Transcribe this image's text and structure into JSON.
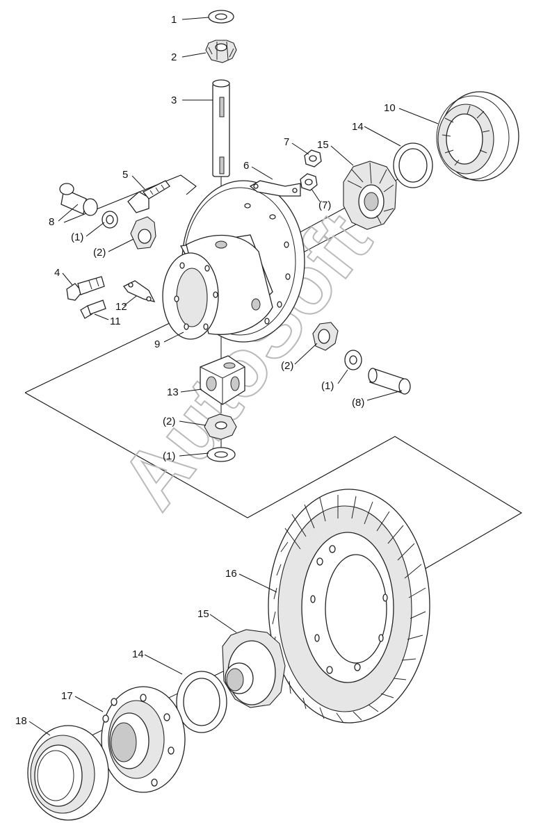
{
  "watermark": "AutoSoft",
  "callouts": {
    "c1": "1",
    "c2": "2",
    "c3": "3",
    "c4": "4",
    "c5": "5",
    "c6": "6",
    "c7": "7",
    "c7p": "(7)",
    "c8": "8",
    "c8p": "(8)",
    "c9": "9",
    "c10": "10",
    "c11": "11",
    "c12": "12",
    "c13": "13",
    "c14a": "14",
    "c14b": "14",
    "c15a": "15",
    "c15b": "15",
    "c16": "16",
    "c17": "17",
    "c18": "18",
    "c1pa": "(1)",
    "c1pb": "(1)",
    "c1pc": "(1)",
    "c2pa": "(2)",
    "c2pb": "(2)",
    "c2pc": "(2)"
  }
}
